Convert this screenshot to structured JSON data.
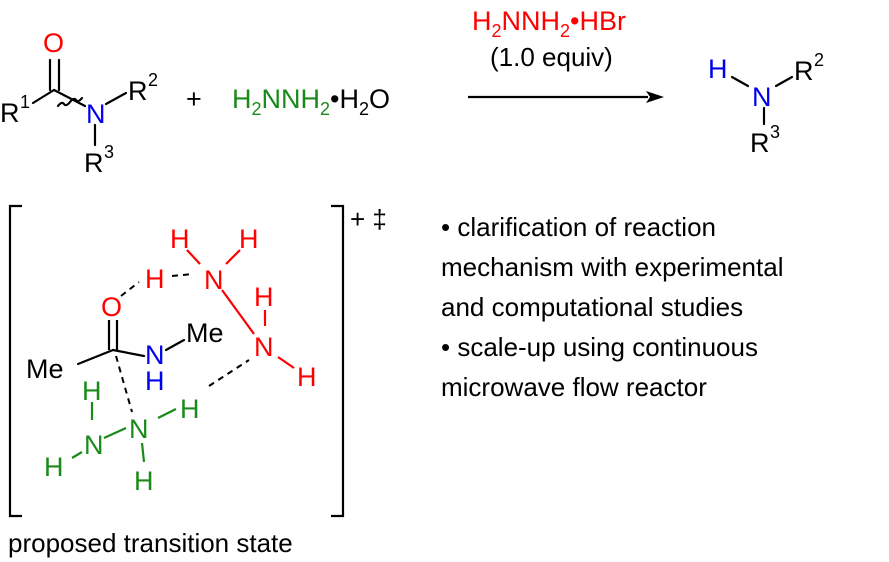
{
  "colors": {
    "black": "#000000",
    "red": "#ff0000",
    "green": "#1a8a1a",
    "blue": "#0000ee"
  },
  "reactant": {
    "oxygen": "O",
    "r1": "R",
    "r1_sup": "1",
    "nitrogen": "N",
    "r2": "R",
    "r2_sup": "2",
    "r3": "R",
    "r3_sup": "3"
  },
  "plus": "+",
  "hydrazine_hydrate": {
    "h2": "H",
    "h2_sub": "2",
    "nnh": "NNH",
    "nnh_sub": "2",
    "tail": "•H",
    "tail_sub": "2",
    "o": "O"
  },
  "reagent": {
    "h2": "H",
    "h2_sub": "2",
    "nnh": "NNH",
    "nnh_sub": "2",
    "tail": "•HBr"
  },
  "equiv": "(1.0 equiv)",
  "product": {
    "h": "H",
    "n": "N",
    "r2": "R",
    "r2_sup": "2",
    "r3": "R",
    "r3_sup": "3"
  },
  "ts": {
    "charge": "+ ‡",
    "caption": "proposed transition state",
    "me": "Me",
    "o": "O",
    "n": "N",
    "h": "H"
  },
  "bullets": [
    "• clarification of reaction",
    "mechanism with experimental",
    "and computational studies",
    "• scale-up using continuous",
    "microwave flow reactor"
  ]
}
